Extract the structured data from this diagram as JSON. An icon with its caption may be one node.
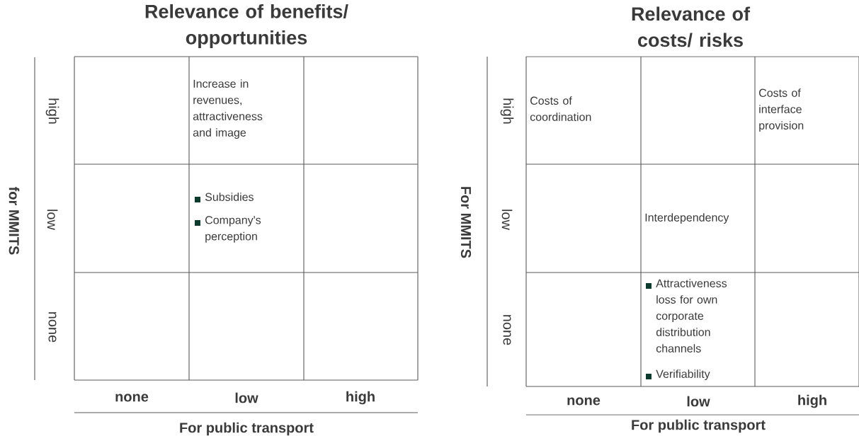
{
  "diagram": {
    "labels": [
      "Relevance of benefits/ opportunities",
      "high",
      "Increase in revenues, attractiveness and image",
      "for MMITS",
      "low",
      "Subsidies",
      "Company's perception",
      "none",
      "none",
      "low",
      "high",
      "For public transport",
      "Relevance of costs/ risks",
      "high",
      "Costs of coordination",
      "Costs of interface provision",
      "For MMITS",
      "low",
      "Interdependency",
      "none",
      "Attractiveness loss for own corporate distribution channels",
      "Verifiability",
      "none",
      "low",
      "high",
      "For public transport"
    ]
  }
}
